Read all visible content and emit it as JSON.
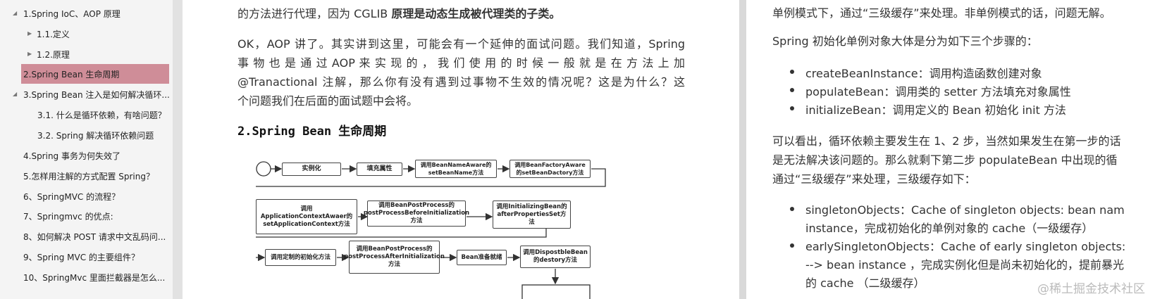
{
  "toc": {
    "items": [
      {
        "label": "1.Spring IoC、AOP 原理",
        "level": 1,
        "expanded": true
      },
      {
        "label": "1.1.定义",
        "level": 2,
        "expandable": true
      },
      {
        "label": "1.2.原理",
        "level": 2,
        "expandable": true
      },
      {
        "label": "2.Spring Bean 生命周期",
        "level": 1,
        "active": true
      },
      {
        "label": "3.Spring Bean 注入是如何解决循环...",
        "level": 1,
        "expanded": true
      },
      {
        "label": "3.1. 什么是循环依赖，有啥问题？",
        "level": 3
      },
      {
        "label": "3.2. Spring 解决循环依赖问题",
        "level": 3
      },
      {
        "label": "4.Spring 事务为何失效了",
        "level": 1
      },
      {
        "label": "5.怎样用注解的方式配置 Spring？",
        "level": 1
      },
      {
        "label": "6、SpringMVC 的流程？",
        "level": 1
      },
      {
        "label": "7、Springmvc 的优点:",
        "level": 1
      },
      {
        "label": "8、如何解决 POST 请求中文乱码问...",
        "level": 1
      },
      {
        "label": "9、Spring MVC 的主要组件？",
        "level": 1
      },
      {
        "label": "10、SpringMvc 里面拦截器是怎么...",
        "level": 1
      }
    ],
    "active_color": "#cf8d98"
  },
  "page1": {
    "line_top_a": "的方法进行代理，因为 CGLIB",
    "line_top_bold": "原理是动态生成被代理类的子类。",
    "para_lines": [
      "OK，AOP 讲了。其实讲到这里，可能会有一个延伸的面试问题。我们知道，Spring",
      "事 物 也 是 通 过   AOP  来 实 现 的 ， 我 们 使 用 的 时 候 一 般 就 是 在 方 法 上 加",
      "@Tranactional 注解，那么你有没有遇到过事物不生效的情况呢？这是为什么？这",
      "个问题我们在后面的面试题中会将。"
    ],
    "heading": "2.Spring Bean 生命周期",
    "diagram": {
      "row1": [
        "实例化",
        "填充属性",
        "调用BeanNameAware的setBeanName方法",
        "调用BeanFactoryAware的setBeanDactory方法"
      ],
      "row2": [
        "调用ApplicationContextAwaer的setApplicationContext方法",
        "调用BeanPostProcess的postProcessBeforeInitialization方法",
        "调用InitializingBean的afterPropertiesSet方法"
      ],
      "row3": [
        "调用定制的初始化方法",
        "调用BeanPostProcess的postProcessAfterInitialization方法",
        "Bean准备就绪",
        "调用DispostbleBean的destory方法"
      ]
    }
  },
  "page2": {
    "line1": "单例模式下，通过“三级缓存”来处理。非单例模式的话，问题无解。",
    "line2": "Spring 初始化单例对象大体是分为如下三个步骤的：",
    "steps": [
      "createBeanInstance：调用构造函数创建对象",
      "populateBean：调用类的  setter  方法填充对象属性",
      "initializeBean：调用定义的  Bean  初始化  init  方法"
    ],
    "para_lines": [
      "可以看出，循环依赖主要发生在  1、2 步，当然如果发生在第一步的话",
      "是无法解决该问题的。那么就剩下第二步  populateBean  中出现的循",
      "通过“三级缓存”来处理，三级缓存如下："
    ],
    "caches": [
      {
        "l1": "singletonObjects：Cache of singleton objects: bean nam",
        "l2": "instance，完成初始化的单例对象的  cache（一级缓存）"
      },
      {
        "l1": "earlySingletonObjects：Cache of early singleton objects:",
        "l2": "--> bean instance  ，完成实例化但是尚未初始化的，提前暴光",
        "l3": "的  cache  （二级缓存）"
      }
    ],
    "watermark": "@稀土掘金技术社区"
  }
}
